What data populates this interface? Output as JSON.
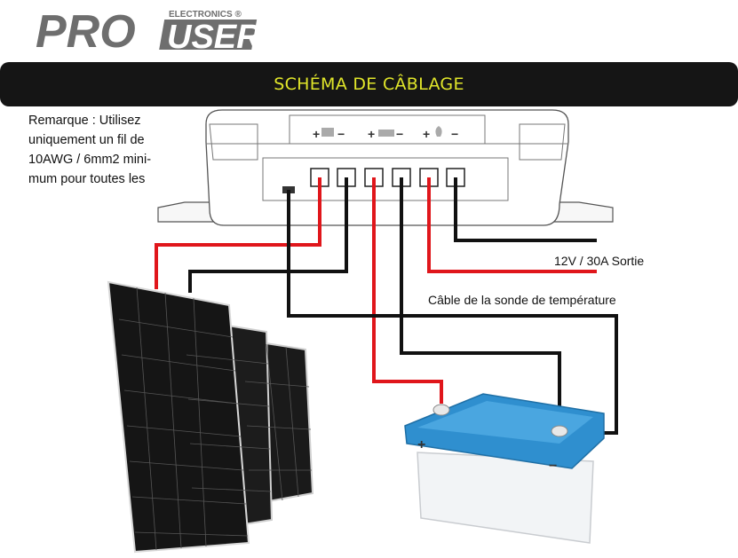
{
  "brand": {
    "name": "PRO",
    "subname": "USER",
    "tagline": "ELECTRONICS ®"
  },
  "header": {
    "title": "SCHÉMA DE CÂBLAGE"
  },
  "note": {
    "lines": [
      "Remarque : Utilisez",
      "uniquement un fil de",
      "10AWG / 6mm2 mini-",
      "mum pour toutes les"
    ]
  },
  "labels": {
    "output": "12V / 30A Sortie",
    "temp_probe": "Câble de la sonde de température"
  },
  "controller": {
    "panel_symbols": [
      "+",
      "−",
      "+",
      "−",
      "+",
      "−"
    ]
  },
  "battery": {
    "plus": "+",
    "minus": "−"
  },
  "colors": {
    "accent": "#e1e62a",
    "banner": "#151515",
    "red_wire": "#e0161b",
    "black_wire": "#111111",
    "battery_top": "#2f8fcf"
  }
}
